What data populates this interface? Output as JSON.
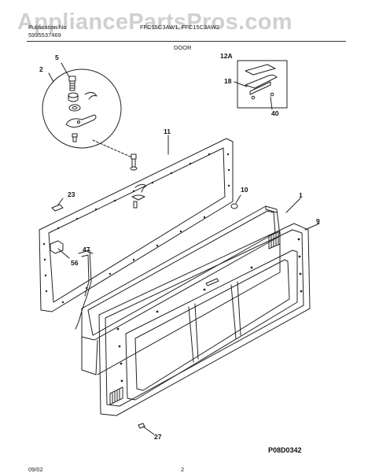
{
  "watermark": "AppliancePartsPros.com",
  "header": {
    "publication_label": "Publication No",
    "publication_number": "5995537469",
    "models": "FFC15C3AW1, FFC15C3AW2",
    "section_title": "DOOR"
  },
  "callouts": {
    "c5": "5",
    "c2": "2",
    "c12a": "12A",
    "c18": "18",
    "c40": "40",
    "c11": "11",
    "c23": "23",
    "c10": "10",
    "c1": "1",
    "c9": "9",
    "c47": "47",
    "c56": "56",
    "c27": "27"
  },
  "footer": {
    "date": "09/02",
    "page": "2",
    "diagram_code": "P08D0342"
  }
}
